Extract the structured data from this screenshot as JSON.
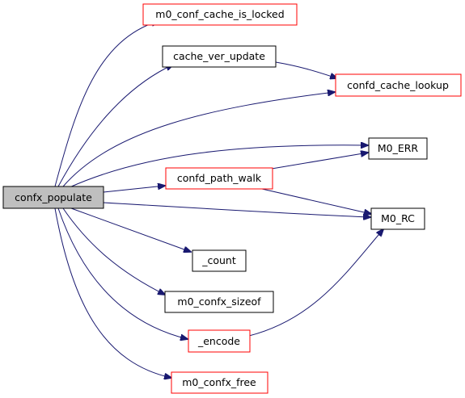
{
  "colors": {
    "edge": "#191970",
    "root_fill": "#bfbfbf",
    "root_border": "#000000",
    "linked_border": "#000000",
    "unlinked_border": "#ff0000",
    "node_fill": "#ffffff"
  },
  "nodes": {
    "confx_populate": {
      "label": "confx_populate",
      "kind": "root"
    },
    "m0_conf_cache_is_locked": {
      "label": "m0_conf_cache_is_locked",
      "kind": "red"
    },
    "cache_ver_update": {
      "label": "cache_ver_update",
      "kind": "black"
    },
    "confd_cache_lookup": {
      "label": "confd_cache_lookup",
      "kind": "red"
    },
    "m0_err": {
      "label": "M0_ERR",
      "kind": "black"
    },
    "confd_path_walk": {
      "label": "confd_path_walk",
      "kind": "red"
    },
    "m0_rc": {
      "label": "M0_RC",
      "kind": "black"
    },
    "count": {
      "label": "_count",
      "kind": "black"
    },
    "m0_confx_sizeof": {
      "label": "m0_confx_sizeof",
      "kind": "black"
    },
    "encode": {
      "label": "_encode",
      "kind": "red"
    },
    "m0_confx_free": {
      "label": "m0_confx_free",
      "kind": "red"
    }
  },
  "edges": [
    {
      "from": "confx_populate",
      "to": "m0_conf_cache_is_locked"
    },
    {
      "from": "confx_populate",
      "to": "cache_ver_update"
    },
    {
      "from": "confx_populate",
      "to": "confd_cache_lookup"
    },
    {
      "from": "confx_populate",
      "to": "m0_err"
    },
    {
      "from": "confx_populate",
      "to": "confd_path_walk"
    },
    {
      "from": "confx_populate",
      "to": "m0_rc"
    },
    {
      "from": "confx_populate",
      "to": "count"
    },
    {
      "from": "confx_populate",
      "to": "m0_confx_sizeof"
    },
    {
      "from": "confx_populate",
      "to": "encode"
    },
    {
      "from": "confx_populate",
      "to": "m0_confx_free"
    },
    {
      "from": "cache_ver_update",
      "to": "confd_cache_lookup"
    },
    {
      "from": "confd_path_walk",
      "to": "m0_err"
    },
    {
      "from": "confd_path_walk",
      "to": "m0_rc"
    },
    {
      "from": "encode",
      "to": "m0_rc"
    }
  ]
}
